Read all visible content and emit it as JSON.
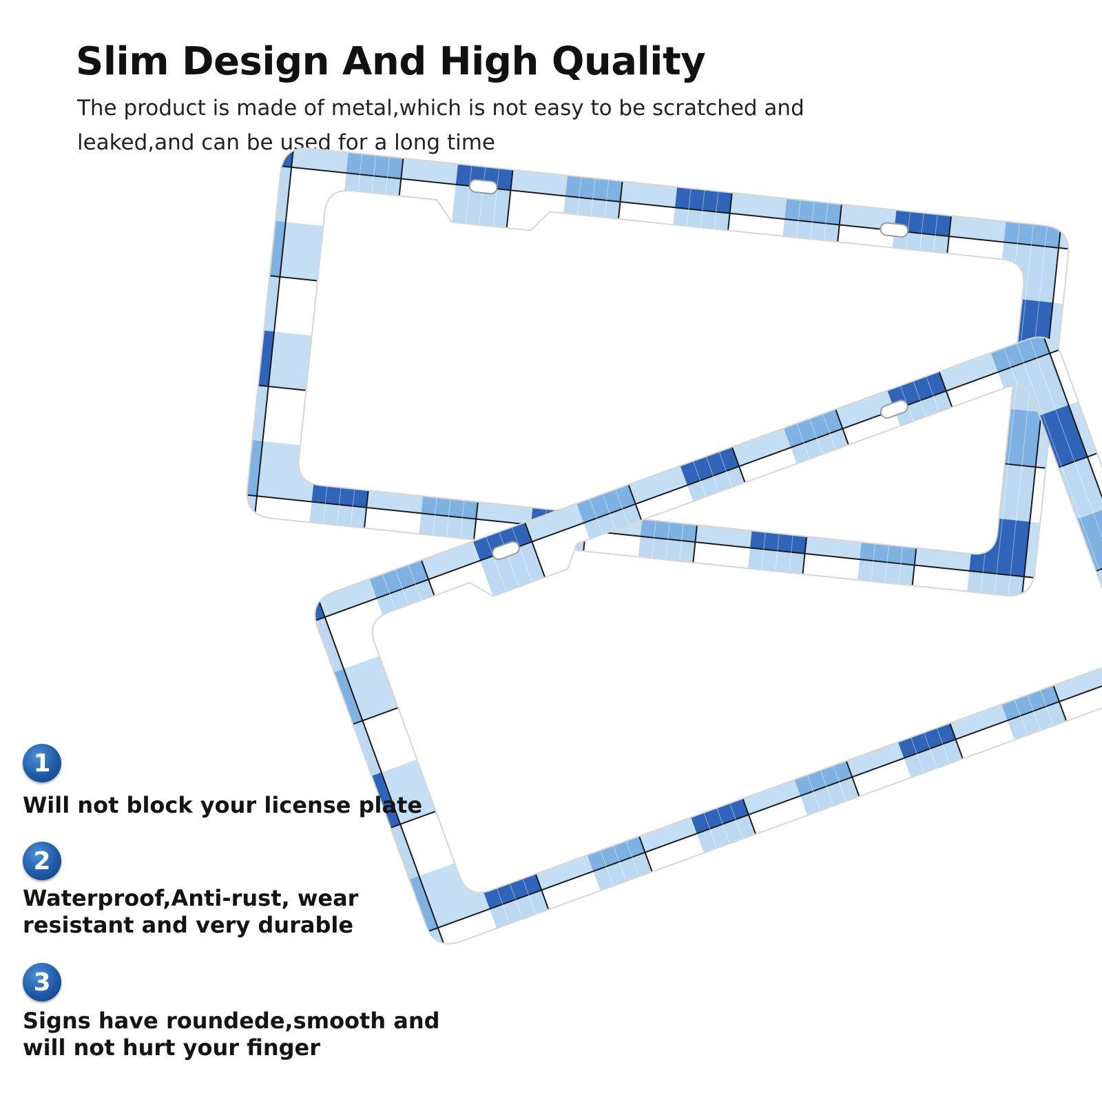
{
  "header": {
    "title": "Slim Design And High Quality",
    "description": "The product is made of metal,which is not easy to be scratched and leaked,and can be used for a long time"
  },
  "features": [
    {
      "number": "1",
      "text": "Will not block your license plate"
    },
    {
      "number": "2",
      "text": "Waterproof,Anti-rust, wear resistant and very durable"
    },
    {
      "number": "3",
      "text": "Signs have roundede,smooth and will not hurt your finger"
    }
  ],
  "colors": {
    "dark_blue": "#2f64b8",
    "mid_blue": "#7fb2e2",
    "light_blue": "#bcd9f1",
    "white": "#ffffff",
    "ink": "#1a1a1a"
  }
}
